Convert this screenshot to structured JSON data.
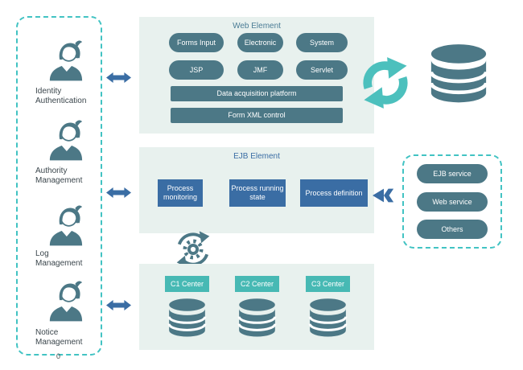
{
  "sidebar": {
    "items": [
      {
        "label": "Identity\nAuthentication"
      },
      {
        "label": "Authority\nManagement"
      },
      {
        "label": "Log\nManagement"
      },
      {
        "label": "Notice\nManagement"
      }
    ],
    "footer_label": "0"
  },
  "web_panel": {
    "title": "Web Element",
    "pills": [
      [
        "Forms Input",
        "Electronic",
        "System"
      ],
      [
        "JSP",
        "JMF",
        "Servlet"
      ]
    ],
    "bars": [
      "Data acquisition platform",
      "Form XML control"
    ]
  },
  "ejb_panel": {
    "title": "EJB Element",
    "boxes": [
      "Process monitoring",
      "Process running state",
      "Process definition"
    ]
  },
  "data_panel": {
    "centers": [
      "C1 Center",
      "C2 Center",
      "C3 Center"
    ]
  },
  "services_box": {
    "items": [
      "EJB service",
      "Web service",
      "Others"
    ]
  },
  "icons": {
    "user": "user-icon",
    "database": "database-icon",
    "sync": "sync-arrows-icon",
    "gear_sync": "gear-sync-icon",
    "double_arrow": "double-arrow-icon",
    "left_arrow": "left-double-arrow-icon"
  },
  "colors": {
    "slate": "#4c7886",
    "blue": "#3a6da4",
    "teal_sync": "#4cc0bd",
    "teal_dash": "#42c3c3",
    "teal_center": "#47b9b4",
    "panel_bg": "#e8f1ee",
    "web_title": "#4a7c95"
  }
}
